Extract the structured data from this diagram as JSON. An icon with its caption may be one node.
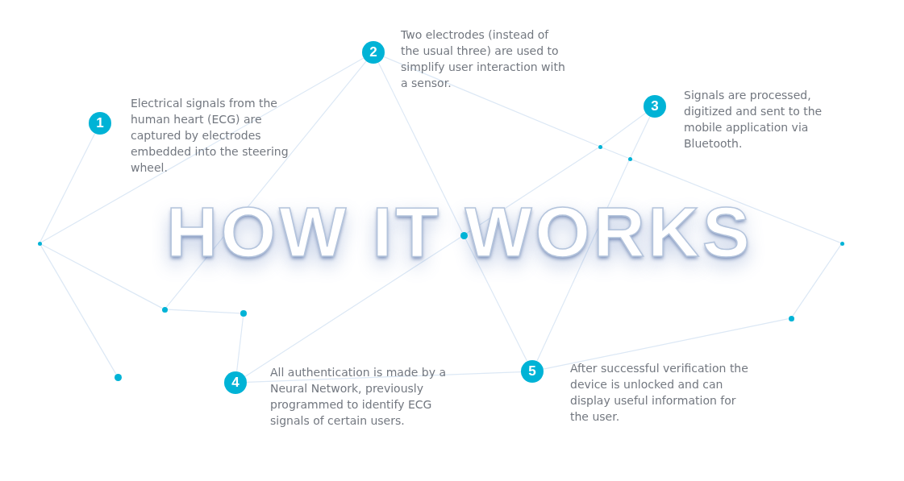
{
  "diagram": {
    "title": "HOW IT WORKS",
    "nodes": [
      {
        "text": [
          "1"
        ],
        "beside": [
          "Electrical signals from the human heart (ECG) are captured by electrodes embedded into the steering wheel."
        ]
      },
      {
        "text": [
          "2"
        ],
        "beside": [
          "Two electrodes (instead of the usual three) are used to simplify user interaction with a sensor."
        ]
      },
      {
        "text": [
          "3"
        ],
        "beside": [
          "Signals are processed, digitized and sent to the mobile application via Bluetooth."
        ]
      },
      {
        "text": [
          "4"
        ],
        "beside": [
          "All authentication is made by a Neural Network, previously programmed to identify ECG signals of certain users."
        ]
      },
      {
        "text": [
          "5"
        ],
        "beside": [
          "After successful verification the device is unlocked and can display useful information for the user."
        ]
      },
      {
        "text": [],
        "shape": "circle"
      },
      {
        "text": [],
        "shape": "circle"
      },
      {
        "text": [],
        "shape": "circle"
      },
      {
        "text": [],
        "shape": "circle"
      },
      {
        "text": [],
        "shape": "circle"
      },
      {
        "text": [],
        "shape": "circle"
      },
      {
        "text": [],
        "shape": "circle"
      },
      {
        "text": [],
        "shape": "circle"
      },
      {
        "text": [],
        "shape": "circle"
      }
    ],
    "edges": [
      {
        "from": 0,
        "to": 5,
        "arrow": "none"
      },
      {
        "from": 5,
        "to": 8,
        "arrow": "none"
      },
      {
        "from": 5,
        "to": 6,
        "arrow": "none"
      },
      {
        "from": 5,
        "to": 1,
        "arrow": "none"
      },
      {
        "from": 6,
        "to": 7,
        "arrow": "none"
      },
      {
        "from": 7,
        "to": 3,
        "arrow": "none"
      },
      {
        "from": 6,
        "to": 1,
        "arrow": "none"
      },
      {
        "from": 1,
        "to": 9,
        "arrow": "none"
      },
      {
        "from": 9,
        "to": 4,
        "arrow": "none"
      },
      {
        "from": 1,
        "to": 10,
        "arrow": "none"
      },
      {
        "from": 10,
        "to": 11,
        "arrow": "none"
      },
      {
        "from": 11,
        "to": 12,
        "arrow": "none"
      },
      {
        "from": 2,
        "to": 10,
        "arrow": "none"
      },
      {
        "from": 2,
        "to": 11,
        "arrow": "none"
      },
      {
        "from": 11,
        "to": 4,
        "arrow": "none"
      },
      {
        "from": 10,
        "to": 9,
        "arrow": "none"
      },
      {
        "from": 9,
        "to": 3,
        "arrow": "none"
      },
      {
        "from": 12,
        "to": 13,
        "arrow": "none"
      },
      {
        "from": 13,
        "to": 4,
        "arrow": "none"
      },
      {
        "from": 3,
        "to": 4,
        "arrow": "none"
      }
    ]
  }
}
